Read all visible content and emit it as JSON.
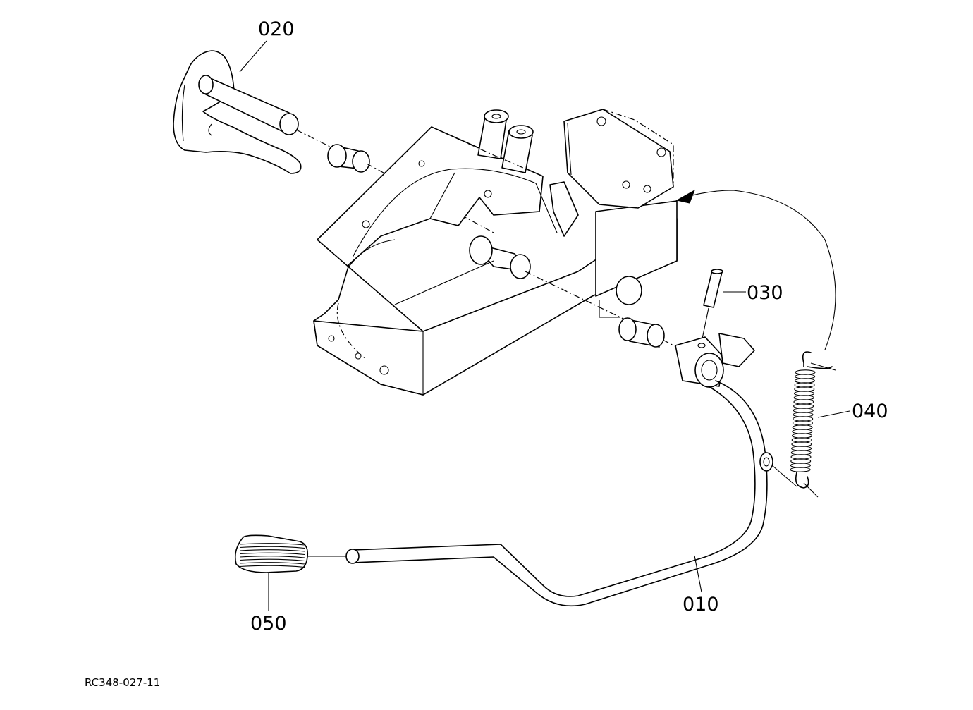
{
  "callouts": [
    {
      "id": "020",
      "text": "020"
    },
    {
      "id": "030",
      "text": "030"
    },
    {
      "id": "040",
      "text": "040"
    },
    {
      "id": "010",
      "text": "010"
    },
    {
      "id": "050",
      "text": "050"
    }
  ],
  "drawing_code": "RC348-027-11"
}
